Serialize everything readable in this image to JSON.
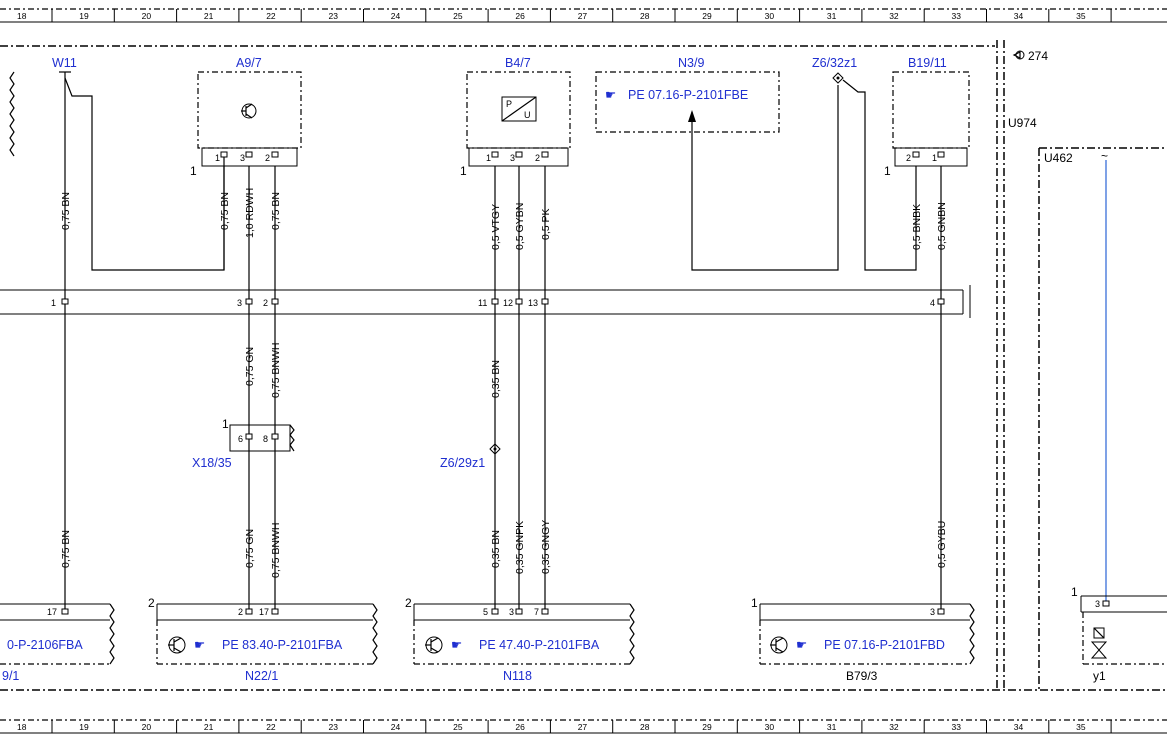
{
  "grid_columns": [
    "18",
    "19",
    "20",
    "21",
    "22",
    "23",
    "24",
    "25",
    "26",
    "27",
    "28",
    "29",
    "30",
    "31",
    "32",
    "33",
    "34",
    "35"
  ],
  "components": {
    "w11": "W11",
    "a9_7": "A9/7",
    "b4_7": "B4/7",
    "n3_9": "N3/9",
    "z6_32z1": "Z6/32z1",
    "b19_11": "B19/11",
    "ref_274": "274",
    "u974": "U974",
    "u462": "U462",
    "x18_35": "X18/35",
    "z6_29z1": "Z6/29z1",
    "left_box": "9/1",
    "n22_1": "N22/1",
    "n118": "N118",
    "b79_3": "B79/3",
    "y1": "y1"
  },
  "refs": {
    "n3_9": "PE 07.16-P-2101FBE",
    "left_box": "0-P-2106FBA",
    "n22_1": "PE 83.40-P-2101FBA",
    "n118": "PE 47.40-P-2101FBA",
    "b79_3": "PE 07.16-P-2101FBD"
  },
  "wires": {
    "w11_top": "0,75 BN",
    "w11_bot": "0,75 BN",
    "a97_p1": "0,75 BN",
    "a97_p3": "1,0 RDWH",
    "a97_p2": "0,75 BN",
    "x_gn_top": "0,75 GN",
    "x_bnwh_top": "0,75 BNWH",
    "x_gn_bot": "0,75 GN",
    "x_bnwh_bot": "0,75 BNWH",
    "b47_p1": "0,5 VTGY",
    "b47_p3": "0,5 GYBN",
    "b47_p2": "0,5 PK",
    "bn035_top": "0,35 BN",
    "bn035_bot": "0,35 BN",
    "gnpk": "0,35 GNPK",
    "gngy": "0,35 GNGY",
    "bnbk": "0,5 BNBK",
    "gnbn": "0,5 GNBN",
    "gybu": "0,5 GYBU"
  },
  "pins": {
    "a97": [
      "1",
      "3",
      "2"
    ],
    "b47": [
      "1",
      "3",
      "2"
    ],
    "b1911": [
      "2",
      "1"
    ],
    "conn1": "1",
    "conn3": "3",
    "conn2": "2",
    "conn11": "11",
    "conn12": "12",
    "conn13": "13",
    "conn4": "4",
    "x18_6": "6",
    "x18_8": "8",
    "left_17": "17",
    "n221_2": "2",
    "n221_17": "17",
    "n118_5": "5",
    "n118_3": "3",
    "n118_7": "7",
    "b793_3": "3",
    "y1_3": "3",
    "mark_1": "1",
    "mark_2": "2"
  },
  "sensor_text": {
    "p": "P",
    "u": "U"
  }
}
